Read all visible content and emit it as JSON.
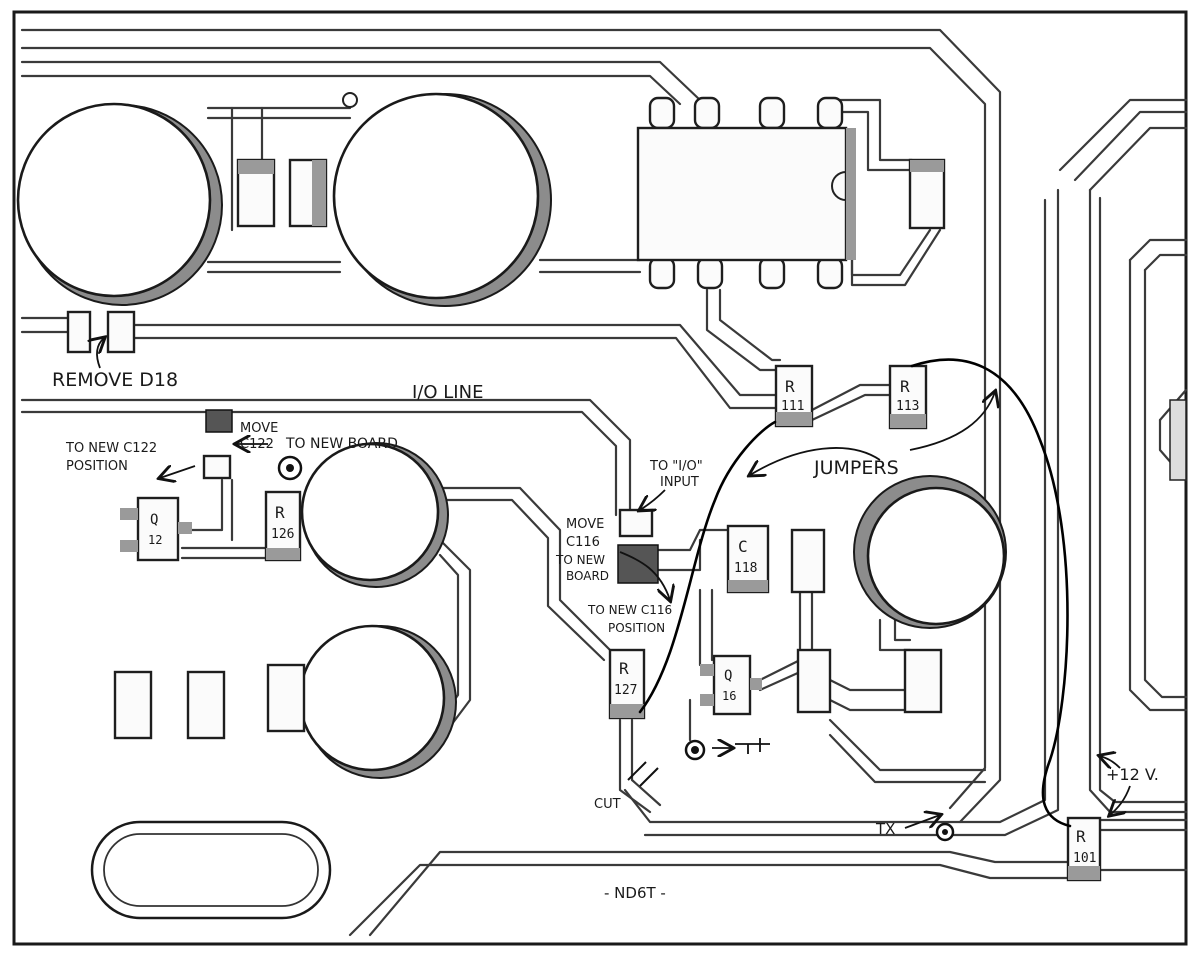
{
  "labels": {
    "remove_d18": "REMOVE D18",
    "io_line": "I/O LINE",
    "move_c122_a": "MOVE",
    "move_c122_b": "C122",
    "to_new_board": "TO NEW BOARD",
    "to_new_c122_a": "TO NEW C122",
    "to_new_c122_b": "POSITION",
    "to_io_input_a": "TO \"I/O\"",
    "to_io_input_b": "INPUT",
    "move_c116_a": "MOVE",
    "move_c116_b": "C116",
    "move_c116_c": "TO NEW",
    "move_c116_d": "BOARD",
    "to_new_c116_a": "TO NEW C116",
    "to_new_c116_b": "POSITION",
    "jumpers": "JUMPERS",
    "cut": "CUT",
    "tx": "TX",
    "plus_12v": "+12 V.",
    "author": "- ND6T -"
  },
  "components": {
    "r111_a": "R",
    "r111_b": "111",
    "r113_a": "R",
    "r113_b": "113",
    "r126_a": "R",
    "r126_b": "126",
    "r127_a": "R",
    "r127_b": "127",
    "r101_a": "R",
    "r101_b": "101",
    "c118_a": "C",
    "c118_b": "118",
    "q12_a": "Q",
    "q12_b": "12",
    "q16_a": "Q",
    "q16_b": "16"
  }
}
